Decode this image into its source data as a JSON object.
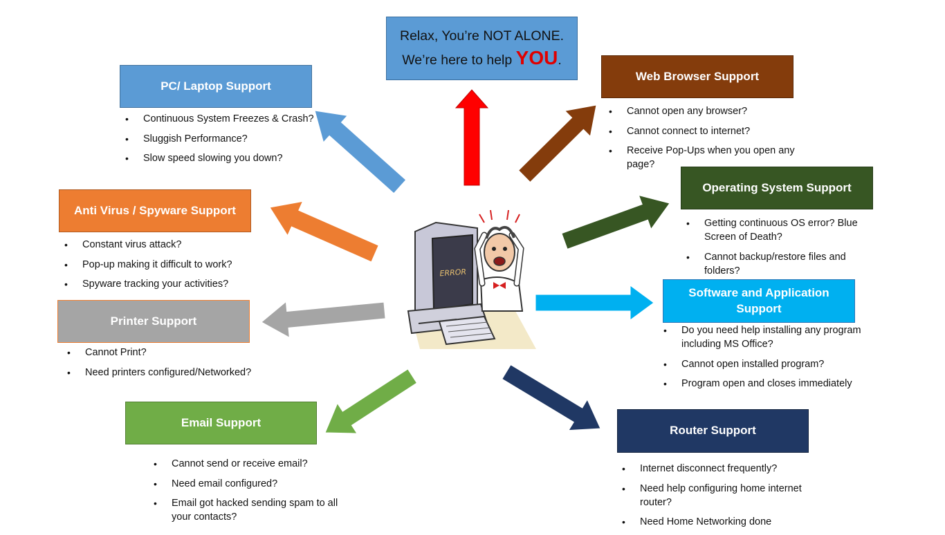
{
  "headline": {
    "line1": "Relax, You’re NOT ALONE.",
    "line2_prefix": "We’re here to help ",
    "line2_emphasis": "YOU",
    "line2_suffix": "."
  },
  "center_image": {
    "screen_text": "ERROR"
  },
  "colors": {
    "pc": "#5b9bd5",
    "antivirus": "#ed7d31",
    "printer": "#a5a5a5",
    "email": "#70ad47",
    "web": "#843c0c",
    "os": "#375623",
    "software": "#00b0f0",
    "router": "#203864",
    "headline_arrow": "#ff0000"
  },
  "sections": {
    "pc": {
      "title": "PC/ Laptop Support",
      "items": [
        "Continuous System Freezes & Crash?",
        "Sluggish Performance?",
        "Slow speed slowing you down?"
      ]
    },
    "antivirus": {
      "title": "Anti Virus / Spyware Support",
      "items": [
        "Constant virus attack?",
        "Pop-up making it difficult to work?",
        "Spyware tracking your activities?"
      ]
    },
    "printer": {
      "title": "Printer Support",
      "items": [
        "Cannot Print?",
        "Need printers configured/Networked?"
      ]
    },
    "email": {
      "title": "Email Support",
      "items": [
        "Cannot send or receive email?",
        "Need email configured?",
        "Email got hacked sending spam to all your contacts?"
      ]
    },
    "web": {
      "title": "Web Browser Support",
      "items": [
        "Cannot open any browser?",
        "Cannot connect to internet?",
        "Receive Pop-Ups when you open any page?"
      ]
    },
    "os": {
      "title": "Operating System Support",
      "items": [
        "Getting continuous OS error? Blue Screen of Death?",
        "Cannot backup/restore files and folders?"
      ]
    },
    "software": {
      "title": "Software and Application Support",
      "items": [
        "Do you need help installing any program including MS Office?",
        "Cannot open installed program?",
        "Program open and closes immediately"
      ]
    },
    "router": {
      "title": "Router Support",
      "items": [
        "Internet disconnect frequently?",
        "Need help configuring home internet router?",
        "Need Home Networking done"
      ]
    }
  }
}
